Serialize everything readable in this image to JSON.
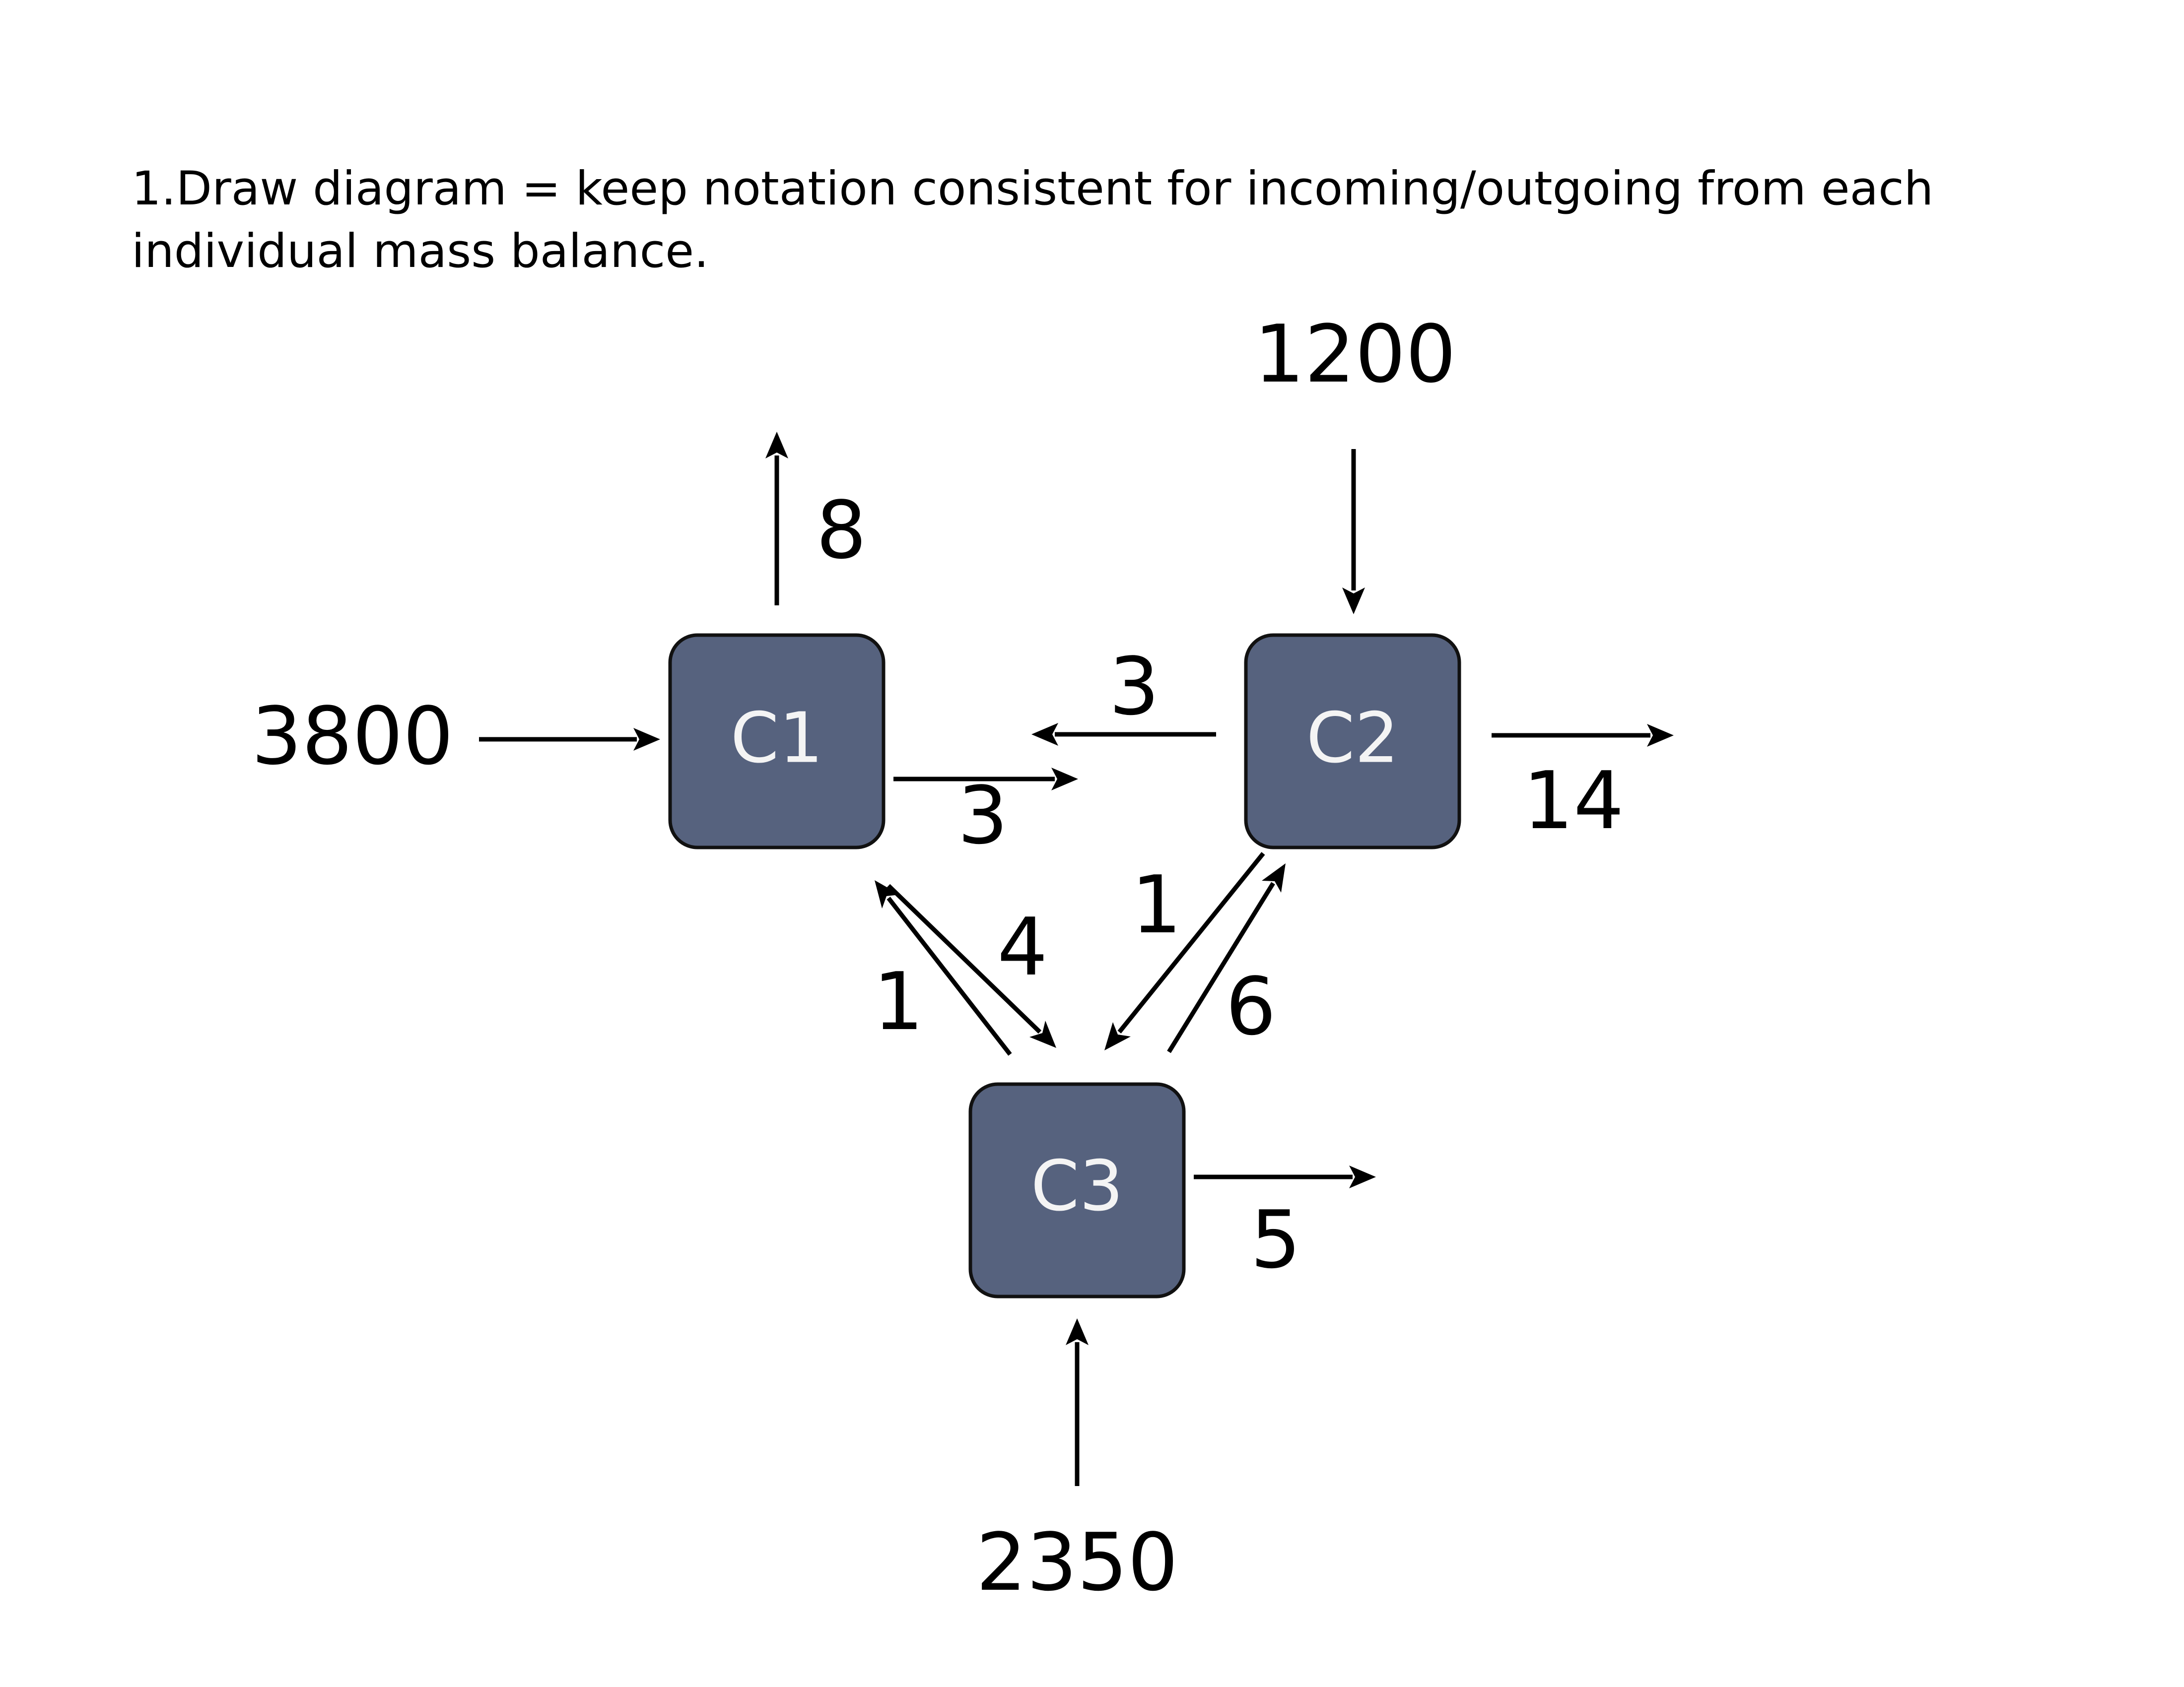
{
  "instruction_text": "1.Draw diagram = keep notation consistent for incoming/outgoing from each individual mass balance.",
  "colors": {
    "node_fill": "#56627e",
    "node_border": "#111111",
    "node_text": "#f4f4f4",
    "arrow": "#000000"
  },
  "nodes": [
    {
      "id": "c1",
      "label": "C1"
    },
    {
      "id": "c2",
      "label": "C2"
    },
    {
      "id": "c3",
      "label": "C3"
    }
  ],
  "flows": [
    {
      "id": "feed-c1",
      "from": "",
      "to": "C1",
      "label": "3800"
    },
    {
      "id": "c1-out-top",
      "from": "C1",
      "to": "",
      "label": "8"
    },
    {
      "id": "feed-c2",
      "from": "",
      "to": "C2",
      "label": "1200"
    },
    {
      "id": "c2-out-right",
      "from": "C2",
      "to": "",
      "label": "14"
    },
    {
      "id": "c2-to-c1",
      "from": "C2",
      "to": "C1",
      "label": "3"
    },
    {
      "id": "c1-to-c2",
      "from": "C1",
      "to": "C2",
      "label": "3"
    },
    {
      "id": "c1-to-c3",
      "from": "C1",
      "to": "C3",
      "label": "4"
    },
    {
      "id": "c3-to-c1",
      "from": "C3",
      "to": "C1",
      "label": "1"
    },
    {
      "id": "c2-to-c3",
      "from": "C2",
      "to": "C3",
      "label": "1"
    },
    {
      "id": "c3-to-c2",
      "from": "C3",
      "to": "C2",
      "label": "6"
    },
    {
      "id": "c3-out-right",
      "from": "C3",
      "to": "",
      "label": "5"
    },
    {
      "id": "feed-c3",
      "from": "",
      "to": "C3",
      "label": "2350"
    }
  ]
}
